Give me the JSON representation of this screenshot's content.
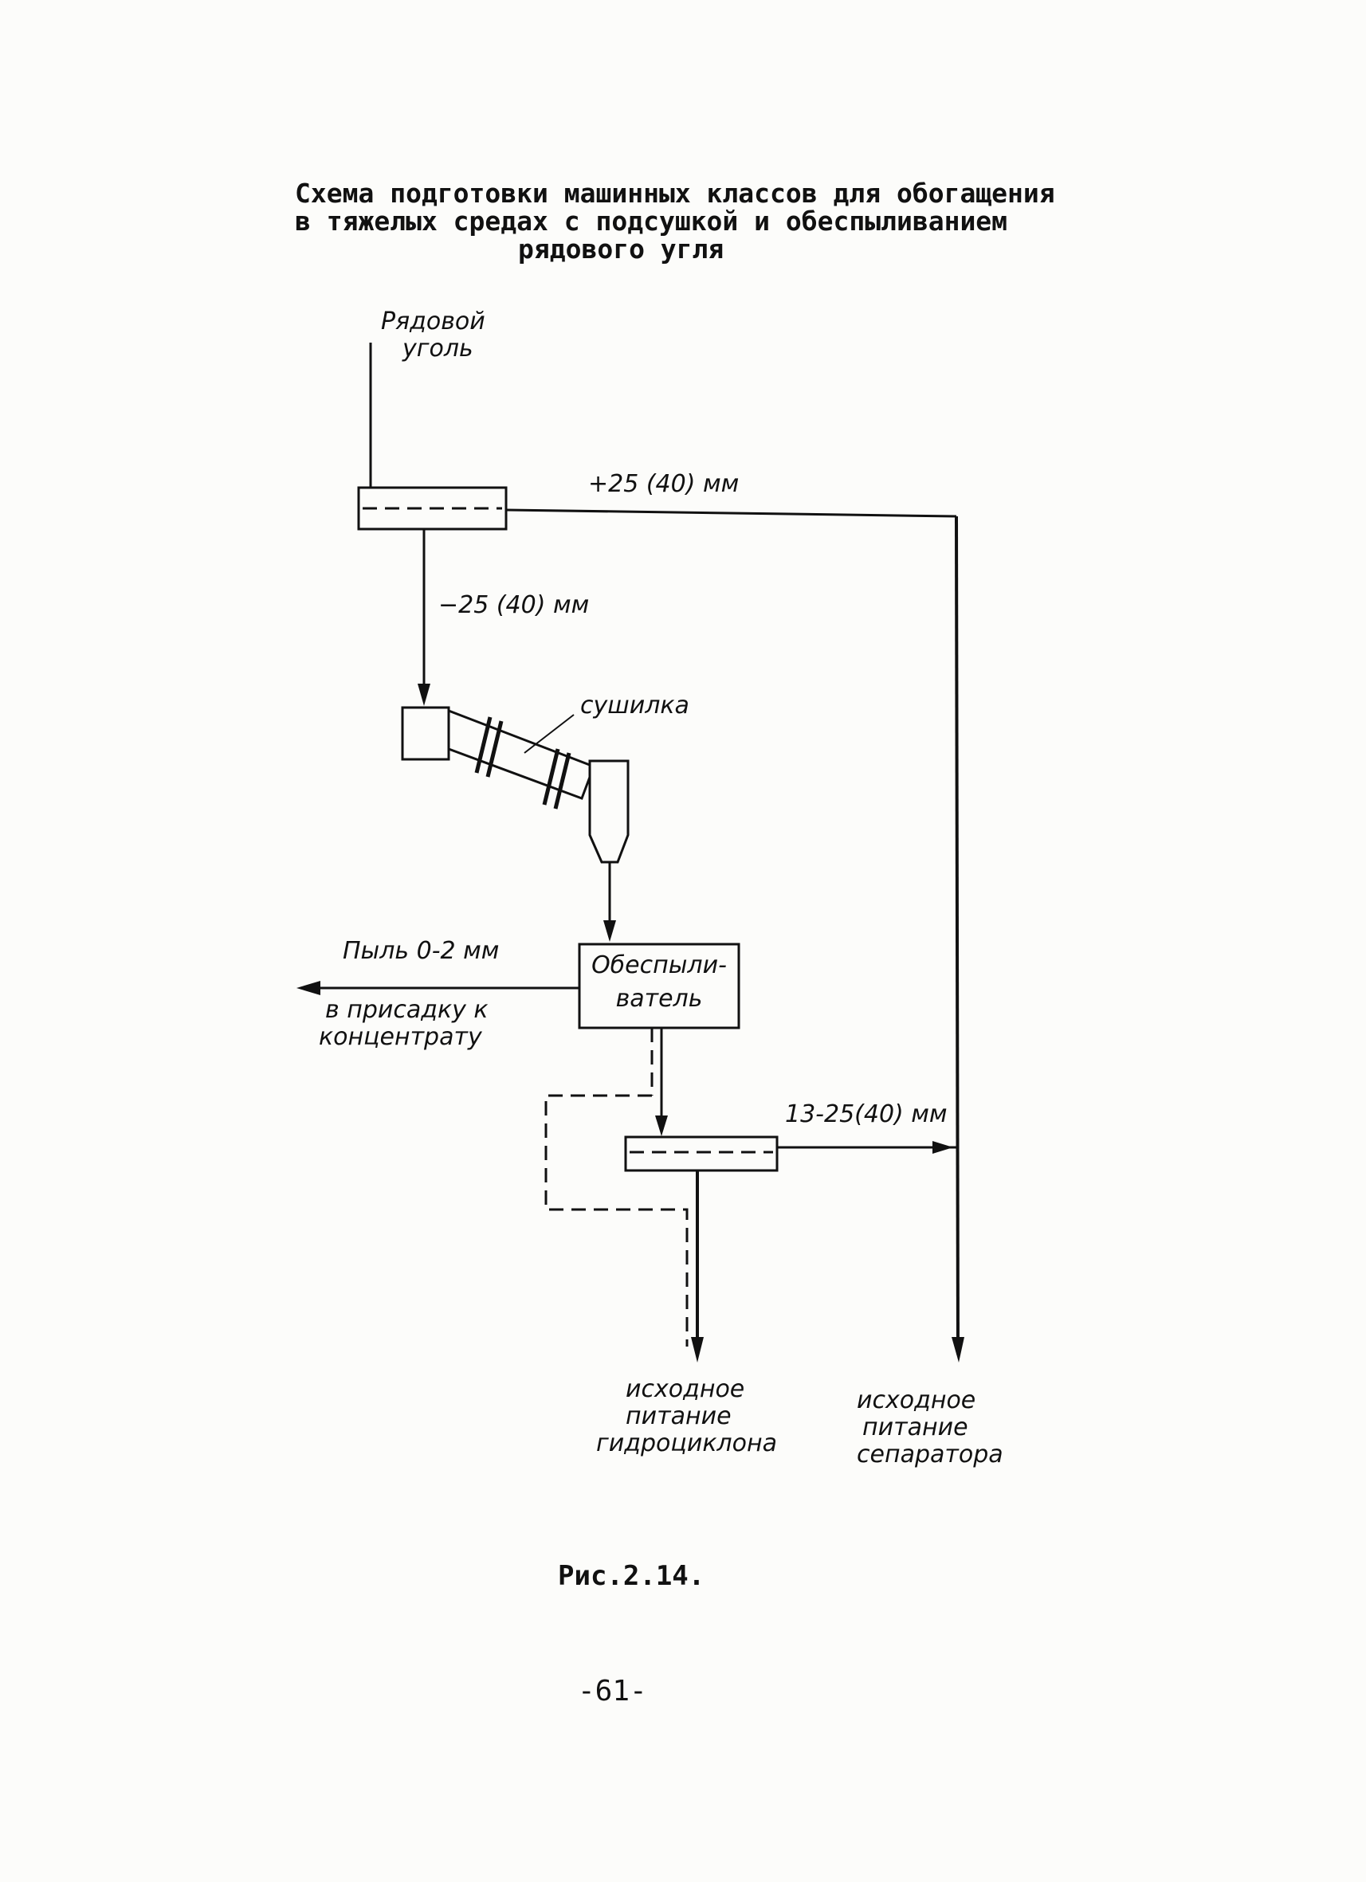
{
  "title": {
    "line1": "Схема подготовки машинных классов для обогащения",
    "line2": "в тяжелых средах с подсушкой и обеспыливанием",
    "line3": "рядового угля"
  },
  "labels": {
    "input_line1": "Рядовой",
    "input_line2": "уголь",
    "oversize": "+25 (40) мм",
    "undersize": "−25 (40) мм",
    "dryer": "сушилка",
    "dust_line1": "Пыль 0-2 мм",
    "dust_line2": "в присадку к",
    "dust_line3": "концентрату",
    "dedust_line1": "Обеспыли-",
    "dedust_line2": "ватель",
    "fraction": "13-25(40) мм",
    "out1_line1": "исходное",
    "out1_line2": "питание",
    "out1_line3": "гидроциклона",
    "out2_line1": "исходное",
    "out2_line2": "питание",
    "out2_line3": "сепаратора"
  },
  "caption": "Рис.2.14.",
  "page_number": "-61-"
}
